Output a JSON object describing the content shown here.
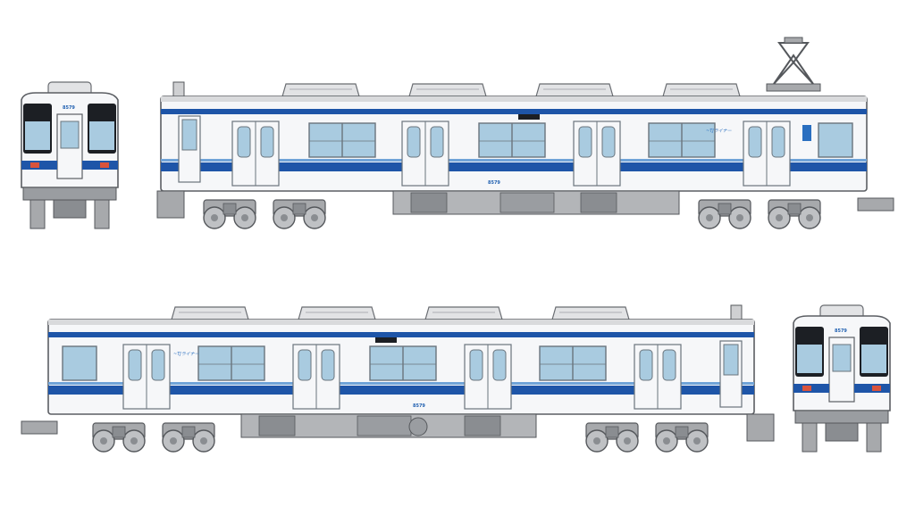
{
  "car_upper": {
    "number_side": "8579",
    "number_front": "8579",
    "logo": "~TJライナー"
  },
  "car_lower": {
    "number_side": "8579",
    "number_front": "8579",
    "logo": "~TJライナー"
  },
  "colors": {
    "body": "#f6f7f9",
    "outline": "#5b5e63",
    "stripe_dark": "#1e55a8",
    "stripe_light": "#6fa3d8",
    "window": "#a9cbe0",
    "window_frame": "#6a747d",
    "roof": "#d9dadc",
    "undercarriage": "#8a8d91",
    "bogie": "#a7a9ac"
  }
}
